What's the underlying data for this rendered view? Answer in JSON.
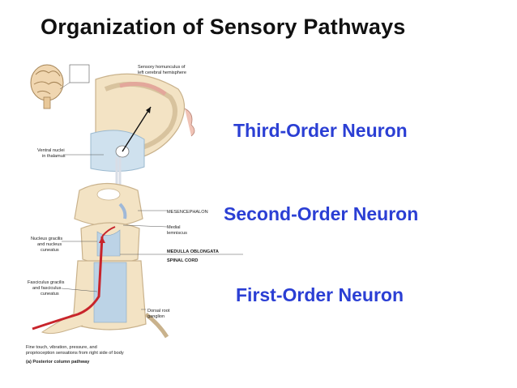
{
  "title": "Organization of Sensory Pathways",
  "callouts": {
    "third": "Third-Order Neuron",
    "second": "Second-Order Neuron",
    "first": "First-Order Neuron"
  },
  "figure_labels": {
    "homunculus": [
      "Sensory homunculus of",
      "left cerebral hemisphere"
    ],
    "thalamus": [
      "Ventral nuclei",
      "in thalamus"
    ],
    "mesencephalon": "MESENCEPHALON",
    "lemniscus": [
      "Medial",
      "lemniscus"
    ],
    "gracilis_nucleus": [
      "Nucleus gracilis",
      "and nucleus",
      "cuneatus"
    ],
    "medulla": "MEDULLA OBLONGATA",
    "spinal_cord": "SPINAL CORD",
    "fasciculus": [
      "Fasciculus gracilis",
      "and fasciculus",
      "cuneatus"
    ],
    "ganglion": [
      "Dorsal root",
      "ganglion"
    ],
    "sensations": [
      "Fine touch, vibration, pressure, and",
      "proprioception sensations from right side of body"
    ],
    "caption": "(a) Posterior column pathway"
  },
  "colors": {
    "title": "#111111",
    "callout": "#2b3fd4",
    "tissue": "#f3e3c4",
    "tissue_edge": "#c9b28c",
    "tract": "#9fc3dc",
    "pathway": "#c8242b"
  }
}
